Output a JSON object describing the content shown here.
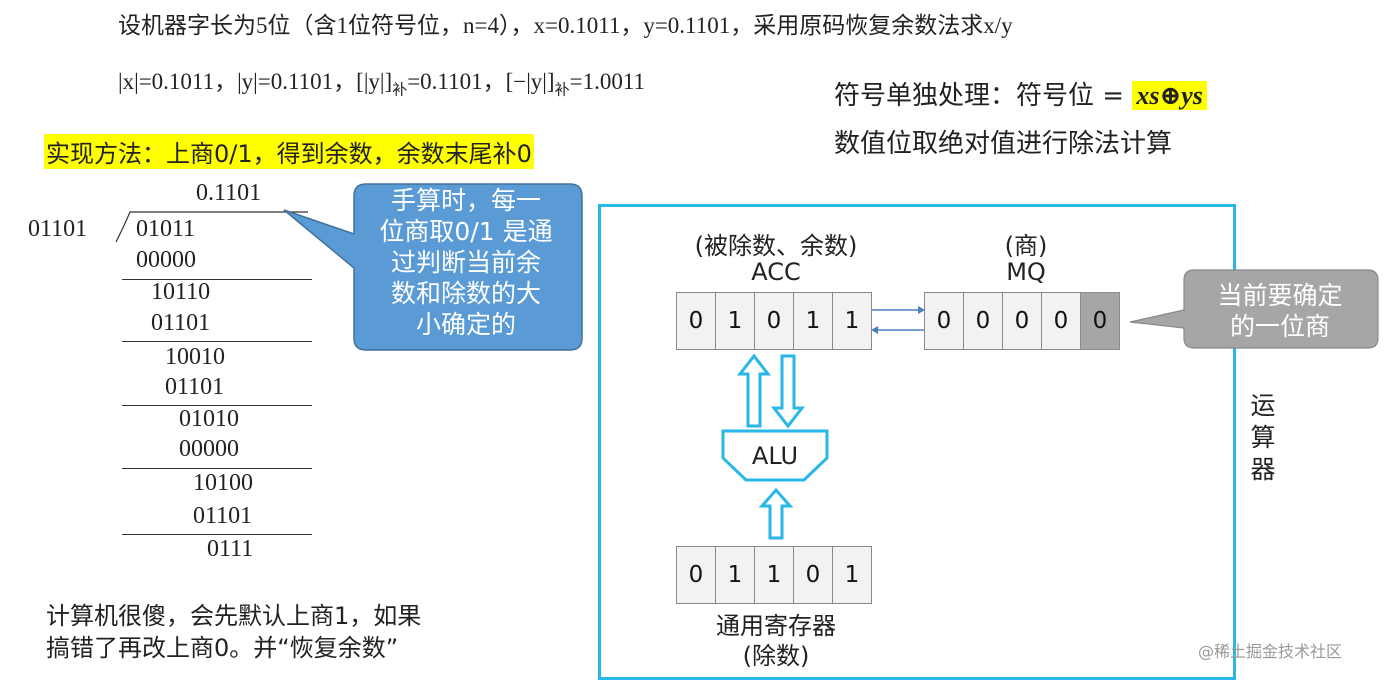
{
  "header": {
    "title": "设机器字长为5位（含1位符号位，n=4），x=0.1011，y=0.1101，采用原码恢复余数法求x/y",
    "line2_parts": [
      "|x|=0.1011，|y|=0.1101，[|y|]",
      "补",
      "=0.1101，[−|y|]",
      "补",
      "=1.0011"
    ],
    "method": "实现方法：上商0/1，得到余数，余数末尾补0"
  },
  "right_note": {
    "line1_prefix": "符号单独处理：符号位 = ",
    "sign_expr": "xs⊕ys",
    "line2": "数值位取绝对值进行除法计算"
  },
  "long_division": {
    "quotient": "0.1101",
    "divisor": "01101",
    "rows": [
      "01011",
      "00000",
      "10110",
      "01101",
      "10010",
      "01101",
      "01010",
      "00000",
      "10100",
      "01101",
      "0111"
    ]
  },
  "callout_left": [
    "手算时，每一",
    "位商取0/1 是通",
    "过判断当前余",
    "数和除数的大",
    "小确定的"
  ],
  "callout_right": [
    "当前要确定",
    "的一位商"
  ],
  "unit": {
    "acc_label1": "(被除数、余数)",
    "acc_label2": "ACC",
    "acc_bits": [
      "0",
      "1",
      "0",
      "1",
      "1"
    ],
    "mq_label1": "(商)",
    "mq_label2": "MQ",
    "mq_bits": [
      "0",
      "0",
      "0",
      "0",
      "0"
    ],
    "alu_label": "ALU",
    "reg_bits": [
      "0",
      "1",
      "1",
      "0",
      "1"
    ],
    "reg_label1": "通用寄存器",
    "reg_label2": "(除数)",
    "unit_label": [
      "运",
      "算",
      "器"
    ]
  },
  "bottom_note": [
    "计算机很傻，会先默认上商1，如果",
    "搞错了再改上商0。并“恢复余数”"
  ],
  "watermark": "@稀土掘金技术社区",
  "colors": {
    "highlight": "#ffff00",
    "callout_fill": "#5b9bd5",
    "callout_gray": "#a6a6a6",
    "frame": "#29b6e8",
    "arrow": "#29b6e8",
    "mq_arrow": "#4a7fc0"
  }
}
